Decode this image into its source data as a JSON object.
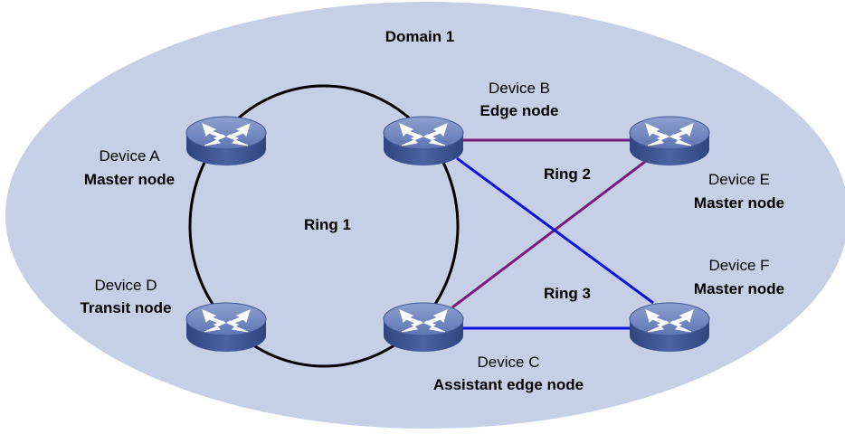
{
  "domain": {
    "label": "Domain 1"
  },
  "rings": [
    {
      "id": "ring1",
      "label": "Ring 1"
    },
    {
      "id": "ring2",
      "label": "Ring 2"
    },
    {
      "id": "ring3",
      "label": "Ring 3"
    }
  ],
  "devices": [
    {
      "id": "A",
      "name": "Device A",
      "role": "Master node"
    },
    {
      "id": "B",
      "name": "Device B",
      "role": "Edge node"
    },
    {
      "id": "C",
      "name": "Device C",
      "role": "Assistant edge node"
    },
    {
      "id": "D",
      "name": "Device D",
      "role": "Transit node"
    },
    {
      "id": "E",
      "name": "Device E",
      "role": "Master node"
    },
    {
      "id": "F",
      "name": "Device F",
      "role": "Master node"
    }
  ],
  "colors": {
    "domain_fill": "#c5d0e6",
    "ring1_line": "#000000",
    "ring2_line": "#7b1a7b",
    "ring3_line": "#1010e0",
    "device_top": "#6b83be",
    "device_side": "#3e5694",
    "device_icon": "#ffffff"
  },
  "icons": {
    "device": "router-switch-icon"
  }
}
